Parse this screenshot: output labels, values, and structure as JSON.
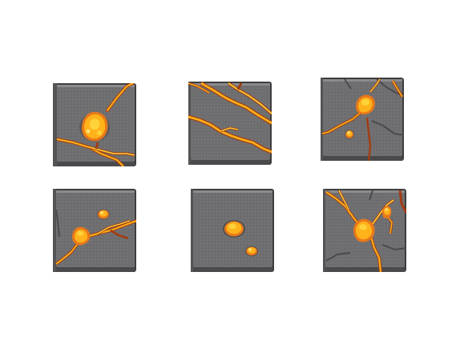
{
  "sheet": {
    "background": "#ffffff",
    "palette": {
      "stone_face": "#6f6f71",
      "stone_light": "#8b8b8d",
      "stone_dark": "#3e3e40",
      "stone_edge": "#545456",
      "crack_dark": "#4a4a4c",
      "lava_core": "#ffd23a",
      "lava_mid": "#ffb21a",
      "lava_edge": "#e8781a",
      "lava_shadow": "#a23c12"
    },
    "tiles": [
      {
        "variant": "large-pool-with-cracks",
        "row": 1,
        "column": 1
      },
      {
        "variant": "diagonal-lava-veins",
        "row": 1,
        "column": 2
      },
      {
        "variant": "drop-and-branch-cracks",
        "row": 1,
        "column": 3
      },
      {
        "variant": "pool-and-small-drop",
        "row": 2,
        "column": 1
      },
      {
        "variant": "two-small-drops",
        "row": 2,
        "column": 2
      },
      {
        "variant": "heavy-crack-network",
        "row": 2,
        "column": 3
      }
    ]
  }
}
